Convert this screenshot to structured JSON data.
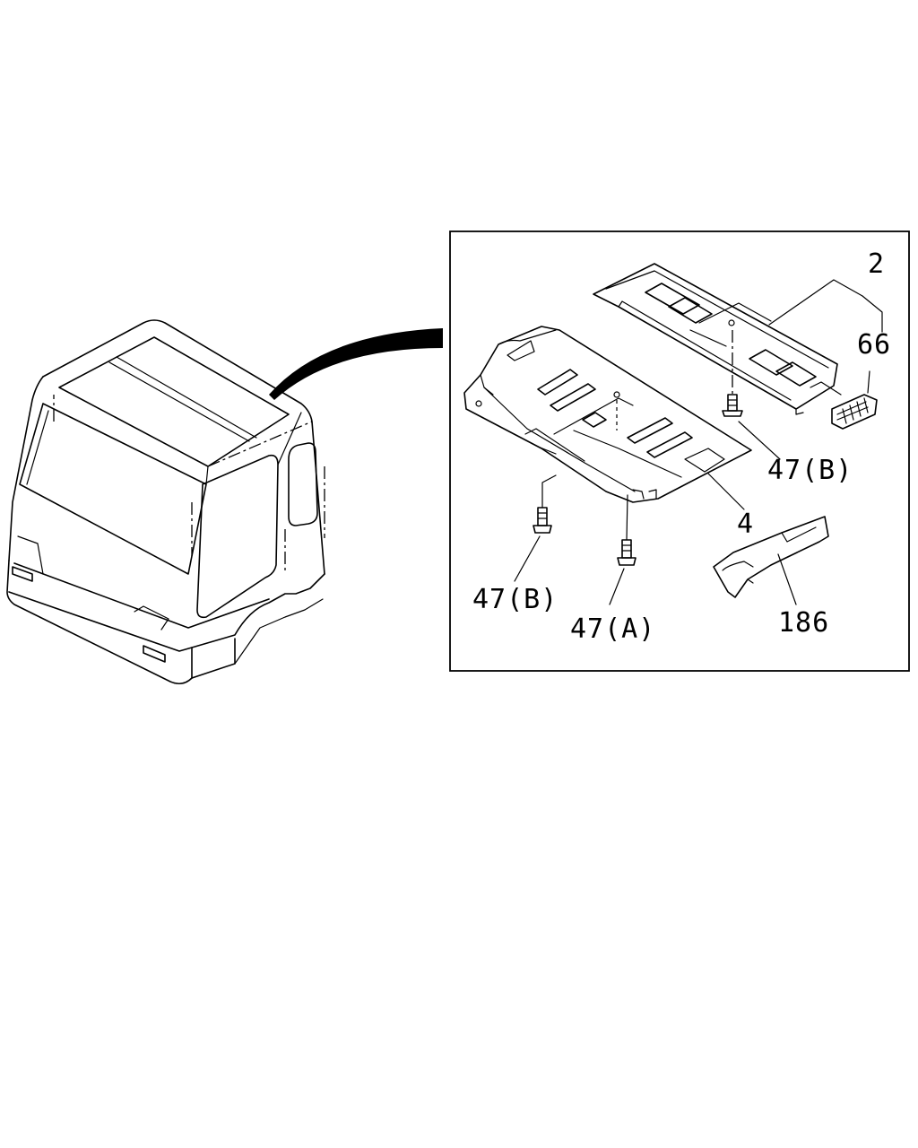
{
  "labels": {
    "p2": "2",
    "p66": "66",
    "p47b_right": "47(B)",
    "p4": "4",
    "p47b_left": "47(B)",
    "p47a": "47(A)",
    "p186": "186"
  }
}
